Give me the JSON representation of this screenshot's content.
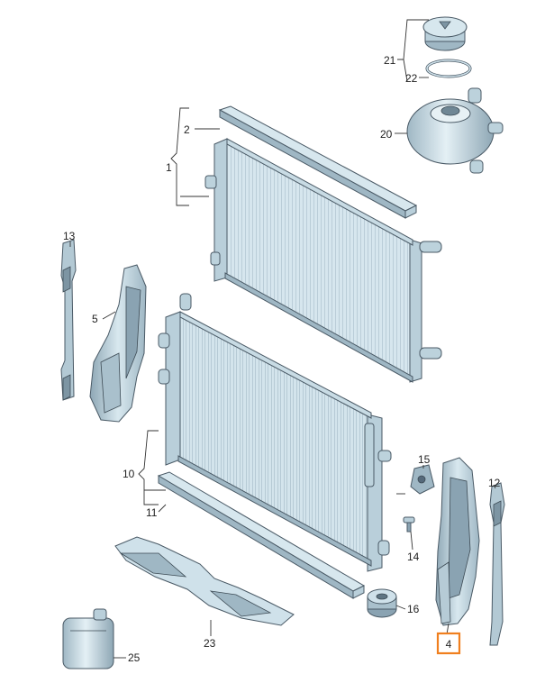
{
  "colors": {
    "part_fill": "#cfe1ea",
    "part_shade": "#9fb7c4",
    "part_dark": "#6f8795",
    "outline": "#4a5a66",
    "highlight": "#f07f1e"
  },
  "labels": {
    "p1": "1",
    "p2": "2",
    "p4": "4",
    "p5": "5",
    "p10": "10",
    "p11": "11",
    "p12": "12",
    "p13": "13",
    "p14": "14",
    "p15": "15",
    "p16": "16",
    "p20": "20",
    "p21": "21",
    "p22": "22",
    "p23": "23",
    "p25": "25"
  },
  "highlighted_part": "4"
}
